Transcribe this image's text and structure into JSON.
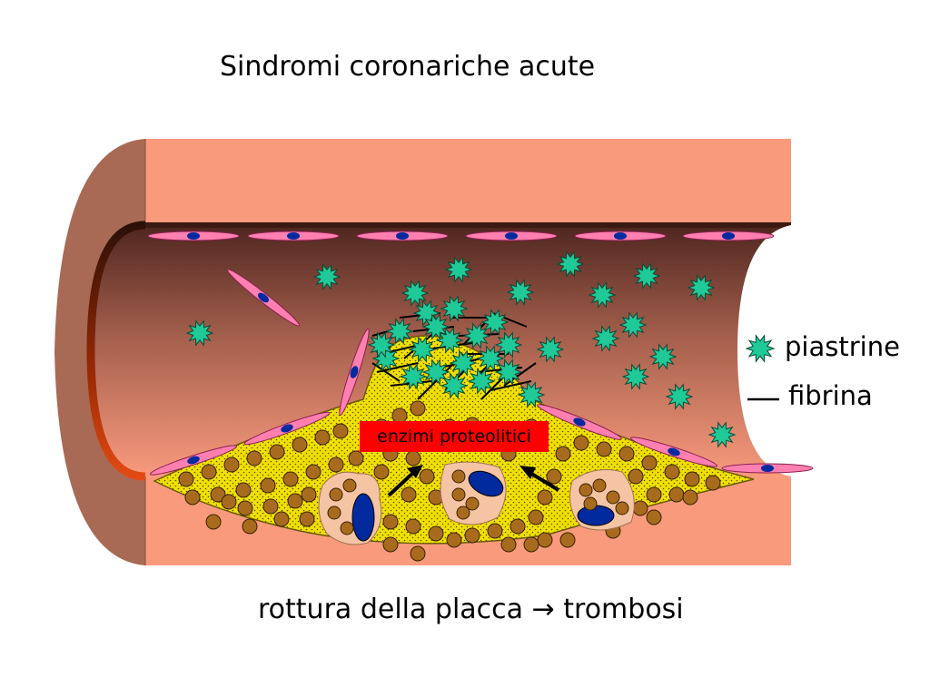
{
  "title": "Sindromi coronariche acute",
  "caption": "rottura della placca → trombosi",
  "enzyme_label": "enzimi proteolitici",
  "legend": [
    {
      "icon": "platelet-icon",
      "label": "piastrine"
    },
    {
      "icon": "fibrin-line-icon",
      "label": "fibrina"
    }
  ],
  "colors": {
    "vessel_wall": "#f99a7d",
    "vessel_end": "#a86a55",
    "lumen_top": "#5e3028",
    "lumen_bottom": "#f99a7d",
    "endothelium": "#ff7fb0",
    "nucleus": "#002a9e",
    "platelet": "#1fc998",
    "plaque": "#f0e000",
    "lipid": "#a86b1e",
    "macrophage": "#f5c4a5",
    "label_bg": "#ff0000"
  }
}
